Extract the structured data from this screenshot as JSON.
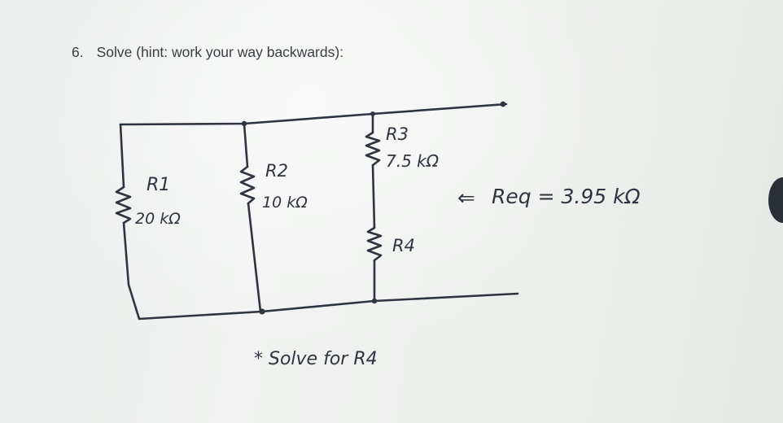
{
  "question": {
    "number": "6.",
    "text": "Solve (hint: work your way backwards):"
  },
  "circuit": {
    "r1": {
      "name": "R1",
      "value": "20 kΩ"
    },
    "r2": {
      "name": "R2",
      "value": "10 kΩ"
    },
    "r3": {
      "name": "R3",
      "value": "7.5 kΩ"
    },
    "r4": {
      "name": "R4"
    },
    "req": {
      "arrow": "⇐",
      "label": "Req = 3.95 kΩ"
    },
    "note": "* Solve for R4"
  },
  "colors": {
    "ink": "#2f3540",
    "print_text": "#3a3d42",
    "background": "#eef0ee"
  }
}
